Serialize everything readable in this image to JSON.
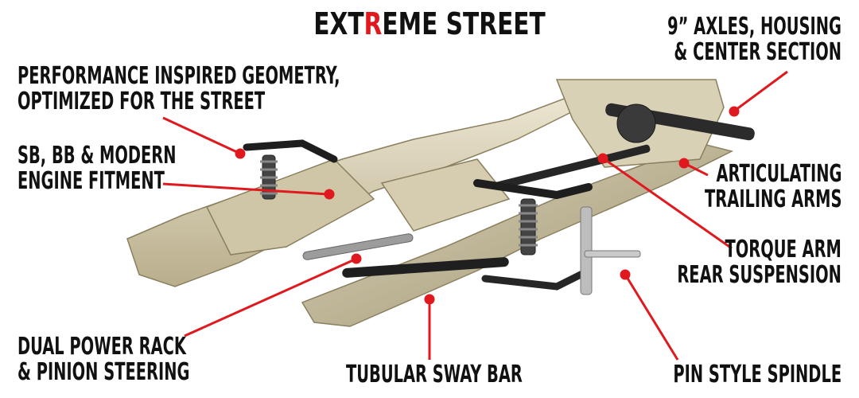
{
  "title": {
    "prefix": "EXT",
    "highlight": "R",
    "suffix": "EME STREET"
  },
  "accent_color": "#e0191e",
  "callouts": {
    "geometry": [
      "PERFORMANCE INSPIRED GEOMETRY,",
      "OPTIMIZED FOR THE STREET"
    ],
    "engine": [
      "SB, BB & MODERN",
      "ENGINE FITMENT"
    ],
    "steering": [
      "DUAL POWER RACK",
      "& PINION STEERING"
    ],
    "sway_bar": [
      "TUBULAR SWAY BAR"
    ],
    "axles": [
      "9” AXLES, HOUSING",
      "& CENTER SECTION"
    ],
    "trailing": [
      "ARTICULATING",
      "TRAILING ARMS"
    ],
    "torque": [
      "TORQUE ARM",
      "REAR SUSPENSION"
    ],
    "spindle": [
      "PIN STYLE SPINDLE"
    ]
  }
}
